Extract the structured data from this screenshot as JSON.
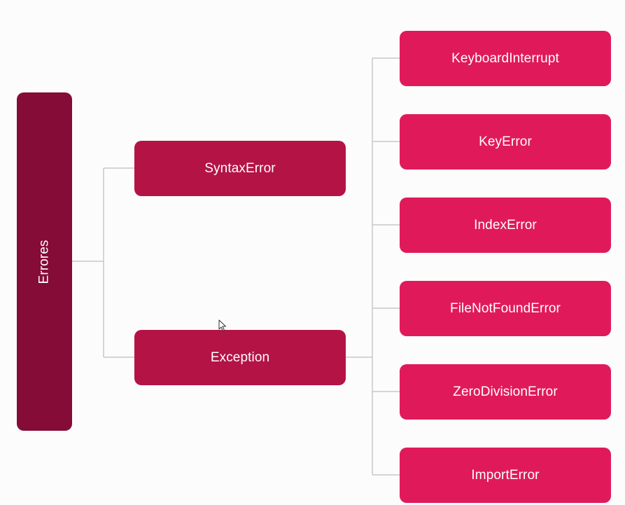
{
  "diagram": {
    "root": {
      "label": "Errores",
      "color": "#850c36"
    },
    "branches": [
      {
        "label": "SyntaxError",
        "color": "#b41345"
      },
      {
        "label": "Exception",
        "color": "#b41345"
      }
    ],
    "exception_children": [
      {
        "label": "KeyboardInterrupt",
        "color": "#e01a5a"
      },
      {
        "label": "KeyError",
        "color": "#e01a5a"
      },
      {
        "label": "IndexError",
        "color": "#e01a5a"
      },
      {
        "label": "FileNotFoundError",
        "color": "#e01a5a"
      },
      {
        "label": "ZeroDivisionError",
        "color": "#e01a5a"
      },
      {
        "label": "ImportError",
        "color": "#e01a5a"
      }
    ],
    "connector_color": "#c8c8c8"
  },
  "cursor": {
    "icon": "mouse-pointer-icon"
  }
}
